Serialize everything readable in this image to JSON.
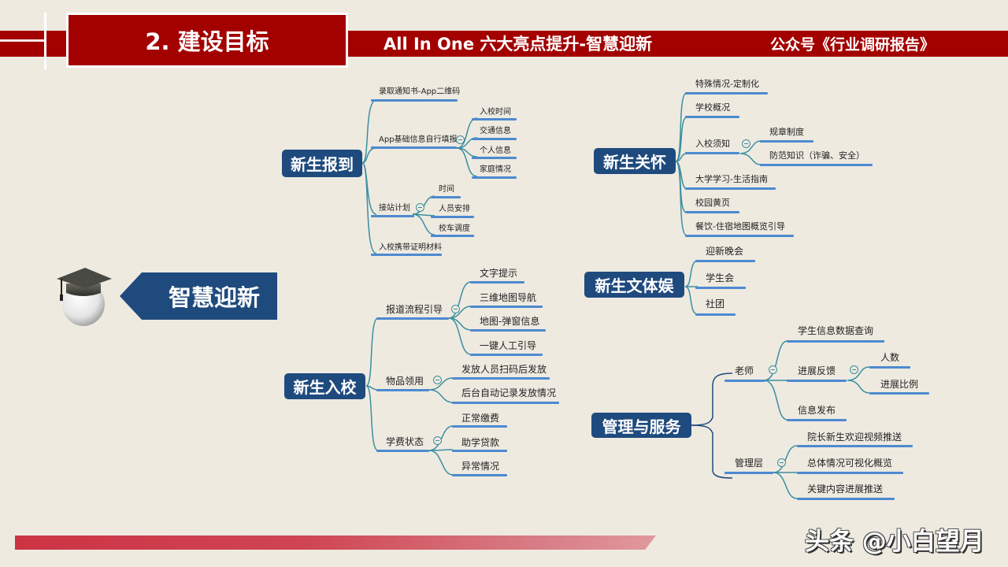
{
  "header": {
    "section_title": "2. 建设目标",
    "subtitle": "All In One 六大亮点提升-智慧迎新",
    "source": "公众号《行业调研报告》",
    "band_color": "#a30000"
  },
  "center": {
    "label": "智慧迎新",
    "icon": "graduation-cap-avatar-icon",
    "color": "#1f4a7e"
  },
  "topics": {
    "report": {
      "label": "新生报到",
      "children": [
        {
          "label": "录取通知书-App二维码"
        },
        {
          "label": "App基础信息自行填报",
          "children": [
            "入校时间",
            "交通信息",
            "个人信息",
            "家庭情况"
          ]
        },
        {
          "label": "接站计划",
          "children": [
            "时间",
            "人员安排",
            "校车调度"
          ]
        },
        {
          "label": "入校携带证明材料"
        }
      ]
    },
    "enroll": {
      "label": "新生入校",
      "children": [
        {
          "label": "报道流程引导",
          "children": [
            "文字提示",
            "三维地图导航",
            "地图-弹窗信息",
            "一键人工引导"
          ]
        },
        {
          "label": "物品领用",
          "children": [
            "发放人员扫码后发放",
            "后台自动记录发放情况"
          ]
        },
        {
          "label": "学费状态",
          "children": [
            "正常缴费",
            "助学贷款",
            "异常情况"
          ]
        }
      ]
    },
    "care": {
      "label": "新生关怀",
      "children": [
        {
          "label": "特殊情况-定制化"
        },
        {
          "label": "学校概况"
        },
        {
          "label": "入校须知",
          "children": [
            "规章制度",
            "防范知识（诈骗、安全）"
          ]
        },
        {
          "label": "大学学习-生活指南"
        },
        {
          "label": "校园黄页"
        },
        {
          "label": "餐饮-住宿地图概览引导"
        }
      ]
    },
    "culture": {
      "label": "新生文体娱",
      "children": [
        {
          "label": "迎新晚会"
        },
        {
          "label": "学生会"
        },
        {
          "label": "社团"
        }
      ]
    },
    "manage": {
      "label": "管理与服务",
      "children": [
        {
          "label": "老师",
          "children": [
            {
              "label": "学生信息数据查询"
            },
            {
              "label": "进展反馈",
              "children": [
                "人数",
                "进展比例"
              ]
            },
            {
              "label": "信息发布"
            }
          ]
        },
        {
          "label": "管理层",
          "children": [
            {
              "label": "院长新生欢迎视频推送"
            },
            {
              "label": "总体情况可视化概览"
            },
            {
              "label": "关键内容进展推送"
            }
          ]
        }
      ]
    }
  },
  "footer": {
    "watermark": "头条 @小白望月"
  },
  "colors": {
    "topic": "#1f4a7e",
    "underline": "#4d8ad0",
    "connector": "#3b8fa0",
    "background": "#eeeae0"
  }
}
